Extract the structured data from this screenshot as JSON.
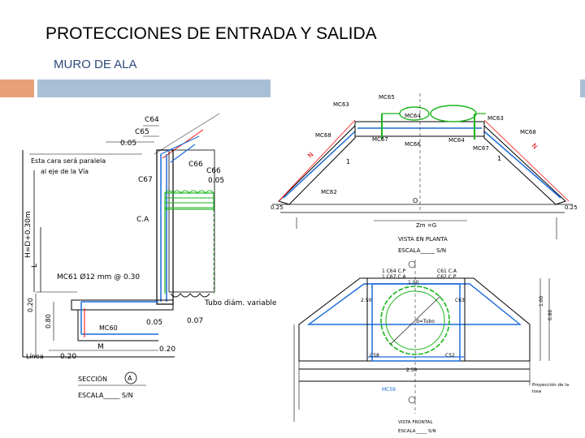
{
  "slide": {
    "title": "PROTECCIONES DE ENTRADA Y SALIDA",
    "subtitle": "MURO DE ALA"
  },
  "section": {
    "labels": {
      "c64": "C64",
      "c65": "C65",
      "d005a": "0.05",
      "note1": "Esta cara será paralela",
      "note2": "al eje de la Vía",
      "c66": "C66",
      "c66b": "C66",
      "d005b": "0.05",
      "c67": "C67",
      "ca": "C.A",
      "height": "H=D+0.30m",
      "l": "L",
      "mc61": "MC61  Ø12  mm @ 0.30",
      "d020a": "0.20",
      "d080": "0.80",
      "mc60": "MC60",
      "d005c": "0.05",
      "d007": "0.07",
      "pipe": "Tubo diám. variable",
      "linea": "Línea",
      "d020b": "0.20",
      "m": "M",
      "d020c": "0.20",
      "seccion": "SECCIÓN",
      "sec_mark": "A",
      "escala": "ESCALA_____ S/N"
    }
  },
  "plan": {
    "labels": {
      "mc65": "MC65",
      "mc63": "MC63",
      "mc64": "MC64",
      "mc63r": "MC63",
      "mc68": "MC68",
      "mc68r": "MC68",
      "mc67": "MC67",
      "mc66": "MC66",
      "mc64b": "MC64",
      "mc67r": "MC67",
      "mc62": "MC62",
      "n_left": "N",
      "n_right": "N",
      "one_left": "1",
      "one_right": "1",
      "d025l": "0.25",
      "d025r": "0.25",
      "o": "O",
      "zm": "Zm =G",
      "title": "VISTA EN PLANTA",
      "escala": "ESCALA_____ S/N"
    }
  },
  "front": {
    "labels": {
      "top1": "1 C64  C.P",
      "top2": "1 C67  C.A",
      "top3": "C61  C.A",
      "top4": "C62  C.P",
      "top5": "1.00",
      "s1": "2.50",
      "s2": "C63",
      "d": "d=Tubo",
      "c58": "C58",
      "c52": "C52",
      "bot": "2.50",
      "mc59": "MC59",
      "dim1": "1.00",
      "dim2": "0.80",
      "note1": "Proyección de la",
      "note2": "losa",
      "title": "VISTA FRONTAL",
      "escala": "ESCALA_____ S/N"
    }
  }
}
